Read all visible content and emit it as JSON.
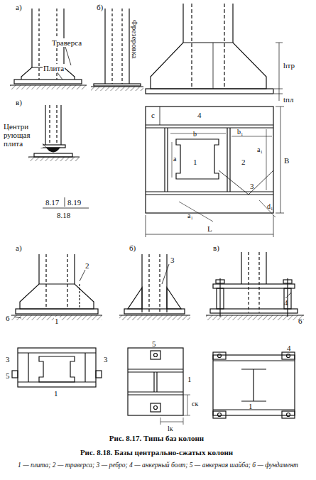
{
  "diagram": {
    "caption": "Рис. 8.18. Базы центрально-сжатых колонн",
    "labels": [
      "а)",
      "Траверса",
      "Плита",
      "б)",
      "Фрезеровка",
      "в)",
      "Центри рующая плита",
      "8.17",
      "8.19",
      "8.18",
      "hтр",
      "tпл",
      "c",
      "4",
      "b",
      "b₁",
      "a",
      "1",
      "2",
      "a₁",
      "B",
      "3",
      "a₁",
      "d₁",
      "L",
      "а)",
      "б)",
      "в)",
      "2",
      "6",
      "1",
      "3",
      "4",
      "6",
      "3",
      "3",
      "5",
      "1",
      "5",
      "1",
      "cк",
      "lк",
      "4",
      "1",
      "Рис. 8.17. Типы баз колонн",
      "1 — плита; 2 — траверса; 3 — ребро; 4 — анкерный болт; 5 — анкерная шайба; 6 — фундамент"
    ]
  }
}
